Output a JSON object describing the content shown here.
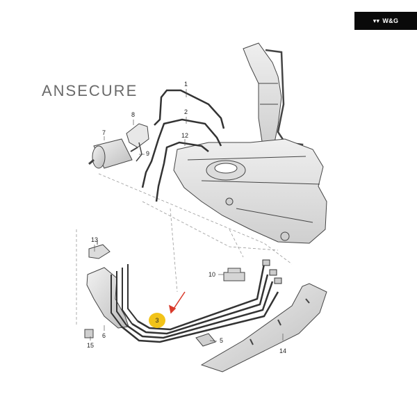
{
  "logo": {
    "text": "W&G",
    "mark_icon": "wg-chevron-mark"
  },
  "watermark": "ANSECURE",
  "callouts": {
    "c1": "1",
    "c2": "2",
    "c3": "3",
    "c5": "5",
    "c6": "6",
    "c7": "7",
    "c8": "8",
    "c9": "9",
    "c10": "10",
    "c12": "12",
    "c13": "13",
    "c14": "14",
    "c15": "15"
  },
  "colors": {
    "highlight": "#f2c318",
    "arrow": "#d93a2b",
    "line": "#333333",
    "tank_fill": "#e6e6e6",
    "part_fill": "#dcdcdc"
  }
}
